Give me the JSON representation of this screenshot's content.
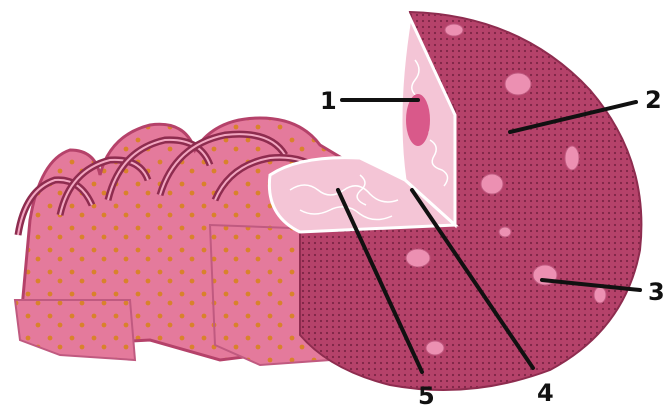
{
  "labels": [
    {
      "id": "label-1",
      "text": "1"
    },
    {
      "id": "label-2",
      "text": "2"
    },
    {
      "id": "label-3",
      "text": "3"
    },
    {
      "id": "label-4",
      "text": "4"
    },
    {
      "id": "label-5",
      "text": "5"
    }
  ],
  "colors": {
    "envelope": "#b5426a",
    "envelope_dark": "#8e2c4f",
    "er_fill": "#e47a9c",
    "er_light": "#f2a6c0",
    "nucleoplasm": "#f4c5d6",
    "nucleolus": "#d9598a",
    "pore": "#ec90b2",
    "ribosome": "#d9822b",
    "callout_line": "#111111"
  }
}
